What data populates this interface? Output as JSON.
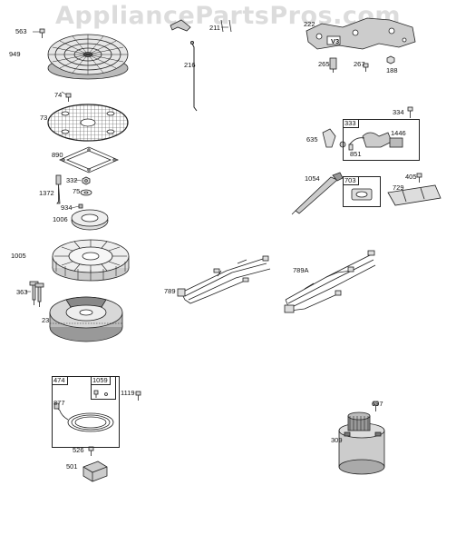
{
  "watermark": "AppliancePartsPros.com",
  "parts": {
    "p563": "563",
    "p949": "949",
    "p74": "74",
    "p73": "73",
    "p890": "890",
    "p332": "332",
    "p75": "75",
    "p1372": "1372",
    "p934": "934",
    "p1006": "1006",
    "p1005": "1005",
    "p363": "363",
    "p23": "23",
    "p211": "211",
    "p216": "216",
    "p222": "222",
    "v3": "V3",
    "p265": "265",
    "p267": "267",
    "p188": "188",
    "p334": "334",
    "p333": "333",
    "p635": "635",
    "p1446": "1446",
    "p851": "851",
    "p1054": "1054",
    "p703": "703",
    "p405": "405",
    "p729": "729",
    "p789": "789",
    "p789a": "789A",
    "p474": "474",
    "p1059": "1059",
    "p1119": "1119",
    "p877": "877",
    "p526": "526",
    "p501": "501",
    "p697": "697",
    "p309": "309"
  }
}
